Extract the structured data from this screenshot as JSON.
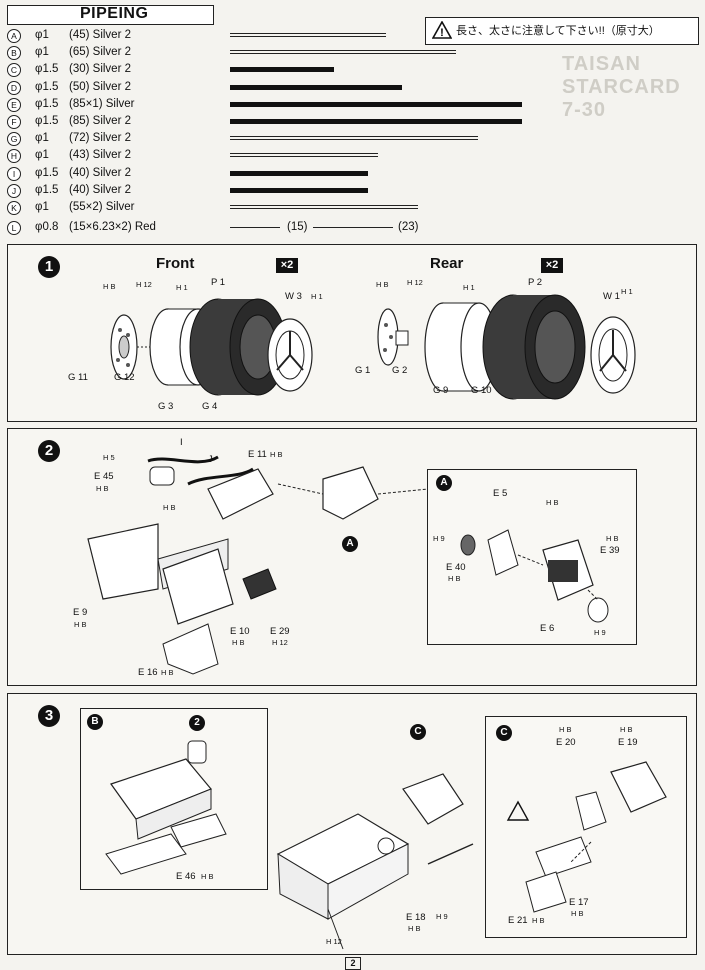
{
  "header": {
    "title": "PIPEING",
    "note": "長さ、太さに注意して下さい!!（原寸大）",
    "watermark": "TAISAN STARCARD 7-30"
  },
  "pipes": [
    {
      "letter": "A",
      "dia": "φ1",
      "desc": "(45) Silver 2",
      "w": 156,
      "thick": false
    },
    {
      "letter": "B",
      "dia": "φ1",
      "desc": "(65) Silver 2",
      "w": 226,
      "thick": false
    },
    {
      "letter": "C",
      "dia": "φ1.5",
      "desc": "(30) Silver 2",
      "w": 104,
      "thick": true
    },
    {
      "letter": "D",
      "dia": "φ1.5",
      "desc": "(50) Silver 2",
      "w": 172,
      "thick": true
    },
    {
      "letter": "E",
      "dia": "φ1.5",
      "desc": "(85×1) Silver",
      "w": 292,
      "thick": true
    },
    {
      "letter": "F",
      "dia": "φ1.5",
      "desc": "(85) Silver 2",
      "w": 292,
      "thick": true
    },
    {
      "letter": "G",
      "dia": "φ1",
      "desc": "(72) Silver 2",
      "w": 248,
      "thick": false
    },
    {
      "letter": "H",
      "dia": "φ1",
      "desc": "(43) Silver 2",
      "w": 148,
      "thick": false
    },
    {
      "letter": "I",
      "dia": "φ1.5",
      "desc": "(40) Silver 2",
      "w": 138,
      "thick": true
    },
    {
      "letter": "J",
      "dia": "φ1.5",
      "desc": "(40) Silver 2",
      "w": 138,
      "thick": true
    },
    {
      "letter": "K",
      "dia": "φ1",
      "desc": "(55×2) Silver",
      "w": 188,
      "thick": false
    }
  ],
  "pipe_L": {
    "letter": "L",
    "dia": "φ0.8",
    "desc": "(15×6.23×2) Red",
    "seg1": "(15)",
    "seg2": "(23)"
  },
  "step1": {
    "num": "1",
    "front": "Front",
    "rear": "Rear",
    "x2": "×2",
    "labels": {
      "p1": "P 1",
      "w3": "W 3",
      "g11": "G 11",
      "g12": "G 12",
      "g3": "G 3",
      "g4": "G 4",
      "p2": "P 2",
      "w1": "W 1",
      "g1": "G 1",
      "g2": "G 2",
      "g9": "G 9",
      "g10": "G 10",
      "hb": "H B",
      "h12": "H 12",
      "h1": "H 1"
    }
  },
  "step2": {
    "num": "2",
    "sub": "A",
    "labels": {
      "e45": "E 45",
      "e11": "E 11",
      "e9": "E 9",
      "e10": "E 10",
      "e29": "E 29",
      "e16": "E 16",
      "e5": "E 5",
      "e40": "E 40",
      "e6": "E 6",
      "e39": "E 39",
      "hb": "H B",
      "h12": "H 12",
      "h9": "H 9",
      "h5": "H 5",
      "i": "I",
      "j": "J"
    }
  },
  "step3": {
    "num": "3",
    "subB": "B",
    "subC": "C",
    "ref2": "2",
    "refC": "C",
    "labels": {
      "e46": "E 46",
      "e18": "E 18",
      "e20": "E 20",
      "e19": "E 19",
      "e17": "E 17",
      "e21": "E 21",
      "hb": "H B",
      "h9": "H 9",
      "h12": "H 12"
    }
  },
  "footer": {
    "page": "2"
  }
}
